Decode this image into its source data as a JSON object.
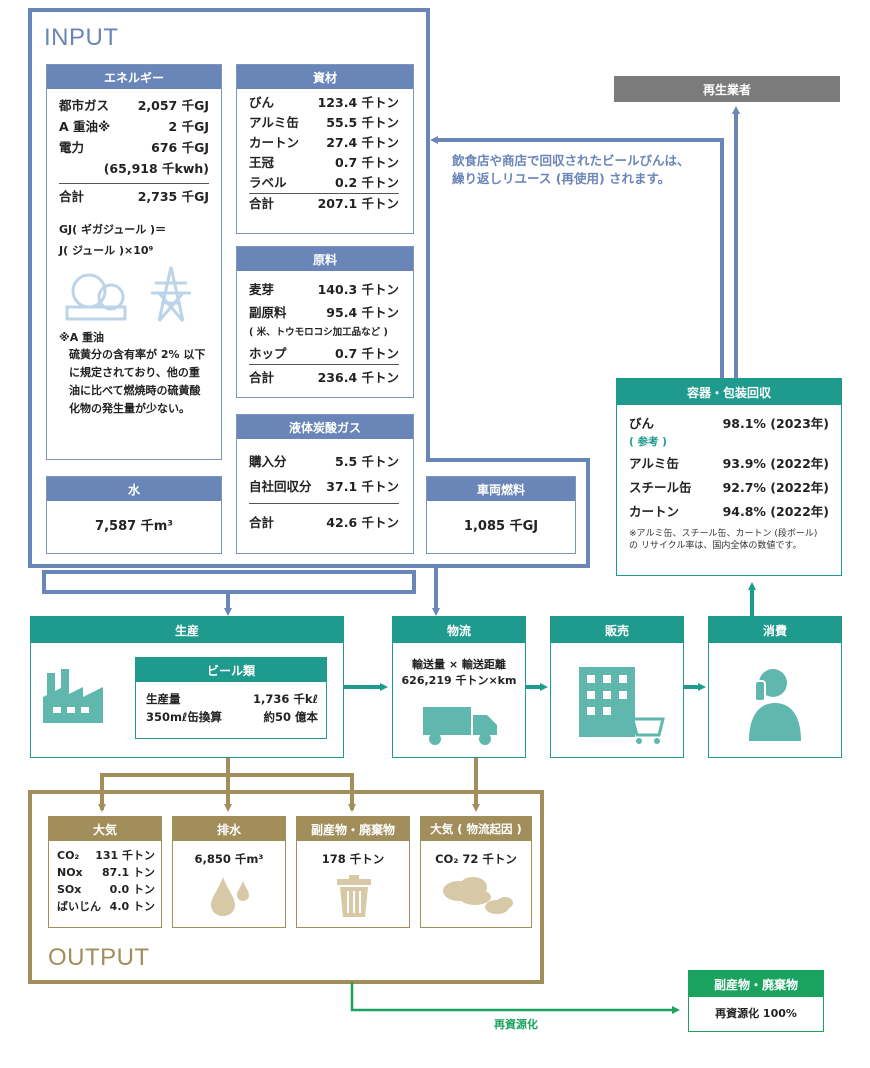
{
  "input": {
    "title": "INPUT",
    "energy": {
      "header": "エネルギー",
      "rows": [
        {
          "label": "都市ガス",
          "value": "2,057 千GJ"
        },
        {
          "label": "A 重油※",
          "value": "2 千GJ"
        },
        {
          "label": "電力",
          "value": "676 千GJ"
        }
      ],
      "sub_value": "(65,918 千kwh)",
      "total_label": "合計",
      "total_value": "2,735 千GJ",
      "unit_note_line1": "GJ( ギガジュール )＝",
      "unit_note_line2": "J( ジュール )×10⁹",
      "footnote_title": "※A 重油",
      "footnote_body": "硫黄分の含有率が 2% 以下に規定されており、他の重油に比べて燃焼時の硫黄酸化物の発生量が少ない。"
    },
    "materials": {
      "header": "資材",
      "rows": [
        {
          "label": "びん",
          "value": "123.4 千トン"
        },
        {
          "label": "アルミ缶",
          "value": "55.5 千トン"
        },
        {
          "label": "カートン",
          "value": "27.4 千トン"
        },
        {
          "label": "王冠",
          "value": "0.7 千トン"
        },
        {
          "label": "ラベル",
          "value": "0.2 千トン"
        }
      ],
      "total_label": "合計",
      "total_value": "207.1 千トン"
    },
    "raw": {
      "header": "原料",
      "row1_label": "麦芽",
      "row1_value": "140.3 千トン",
      "row2_label": "副原料",
      "row2_value": "95.4 千トン",
      "row2_note": "( 米、トウモロコシ加工品など )",
      "row3_label": "ホップ",
      "row3_value": "0.7 千トン",
      "total_label": "合計",
      "total_value": "236.4 千トン"
    },
    "co2": {
      "header": "液体炭酸ガス",
      "row1_label": "購入分",
      "row1_value": "5.5 千トン",
      "row2_label": "自社回収分",
      "row2_value": "37.1 千トン",
      "total_label": "合計",
      "total_value": "42.6 千トン"
    },
    "water": {
      "header": "水",
      "value": "7,587 千m³"
    },
    "vehicle_fuel": {
      "header": "車両燃料",
      "value": "1,085 千GJ"
    }
  },
  "reuse_note_line1": "飲食店や商店で回収されたビールびんは、",
  "reuse_note_line2": "繰り返しリユース (再使用) されます。",
  "recycler": "再生業者",
  "collection": {
    "header": "容器・包装回収",
    "bottle_label": "びん",
    "bottle_value": "98.1% (2023年)",
    "ref_label": "( 参考 )",
    "rows": [
      {
        "label": "アルミ缶",
        "value": "93.9% (2022年)"
      },
      {
        "label": "スチール缶",
        "value": "92.7% (2022年)"
      },
      {
        "label": "カートン",
        "value": "94.8% (2022年)"
      }
    ],
    "note": "※アルミ缶、スチール缶、カートン (段ボール) の リサイクル率は、国内全体の数値です。"
  },
  "production": {
    "header": "生産",
    "beer_header": "ビール類",
    "row1_label": "生産量",
    "row1_value": "1,736 千kℓ",
    "row2_label": "350mℓ缶換算",
    "row2_value": "約50 億本"
  },
  "logistics": {
    "header": "物流",
    "line1": "輸送量 × 輸送距離",
    "line2": "626,219 千トン×km"
  },
  "sales": {
    "header": "販売"
  },
  "consumption": {
    "header": "消費"
  },
  "output": {
    "title": "OUTPUT",
    "air": {
      "header": "大気",
      "rows": [
        {
          "label": "CO₂",
          "value": "131 千トン"
        },
        {
          "label": "NOx",
          "value": "87.1 トン"
        },
        {
          "label": "SOx",
          "value": "0.0 トン"
        },
        {
          "label": "ばいじん",
          "value": "4.0 トン"
        }
      ]
    },
    "wastewater": {
      "header": "排水",
      "value": "6,850 千m³"
    },
    "byproducts": {
      "header": "副産物・廃棄物",
      "value": "178 千トン"
    },
    "air_logistics": {
      "header": "大気 ( 物流起因 )",
      "value": "CO₂  72 千トン"
    }
  },
  "recycle_label": "再資源化",
  "final": {
    "header": "副産物・廃棄物",
    "value": "再資源化 100%"
  },
  "colors": {
    "input": "#6a86b8",
    "process": "#1e9b8d",
    "output": "#a18e5b",
    "recycler": "#7b7b7b",
    "recycle_line": "#19a35f"
  }
}
